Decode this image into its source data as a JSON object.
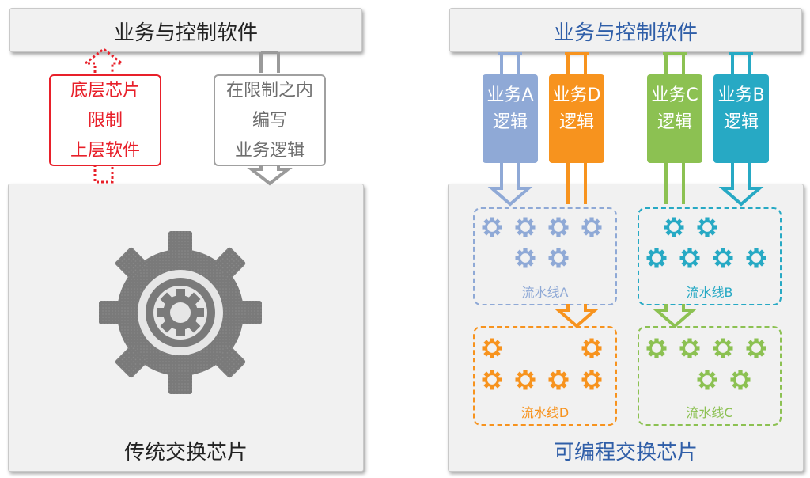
{
  "left": {
    "top_label": "业务与控制软件",
    "red_box": [
      "底层芯片",
      "限制",
      "上层软件"
    ],
    "gray_box": [
      "在限制之内",
      "编写",
      "业务逻辑"
    ],
    "chip_label": "传统交换芯片"
  },
  "right": {
    "top_label": "业务与控制软件",
    "logic_boxes": [
      {
        "line1": "业务A",
        "line2": "逻辑",
        "color": "#8fa9d6"
      },
      {
        "line1": "业务D",
        "line2": "逻辑",
        "color": "#f7931e"
      },
      {
        "line1": "业务C",
        "line2": "逻辑",
        "color": "#8cc152"
      },
      {
        "line1": "业务B",
        "line2": "逻辑",
        "color": "#27a9c4"
      }
    ],
    "pipelines": [
      {
        "label": "流水线A",
        "color": "#8fa9d6"
      },
      {
        "label": "流水线B",
        "color": "#27a9c4"
      },
      {
        "label": "流水线D",
        "color": "#f7931e"
      },
      {
        "label": "流水线C",
        "color": "#8cc152"
      }
    ],
    "chip_label": "可编程交换芯片"
  },
  "colors": {
    "red": "#e8202a",
    "gray_text": "#6d6d6d",
    "blue_text": "#2f5ea8",
    "gear_gray": "#7a7a7a"
  }
}
